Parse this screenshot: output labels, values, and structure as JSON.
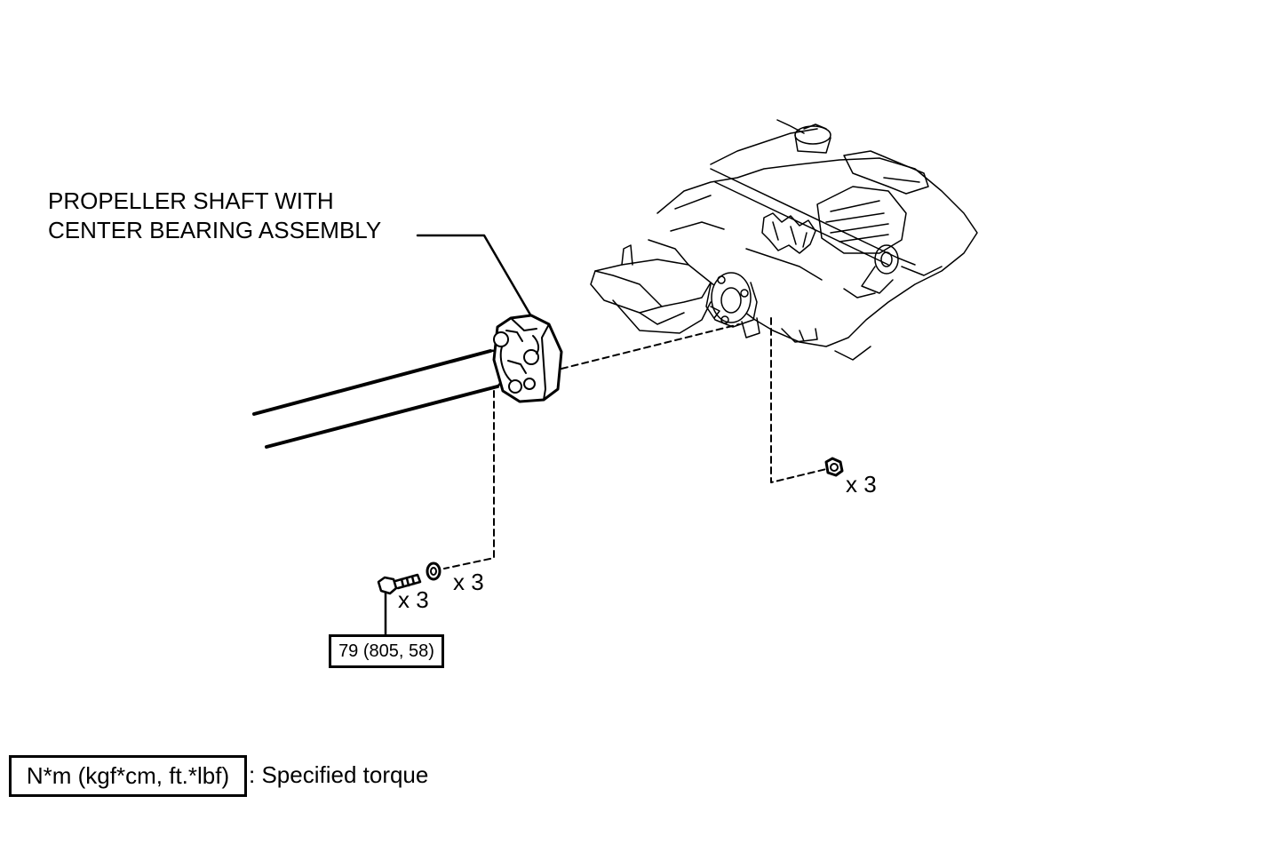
{
  "diagram": {
    "part_label_line1": "PROPELLER SHAFT WITH",
    "part_label_line2": "CENTER BEARING ASSEMBLY",
    "nut_qty": "x 3",
    "washer_qty": "x 3",
    "bolt_qty": "x 3",
    "bolt_torque": "79 (805, 58)",
    "legend_box": "N*m (kgf*cm, ft.*lbf)",
    "legend_text": ": Specified torque",
    "icons": [
      "propeller-shaft",
      "flange",
      "differential-assembly",
      "bolt",
      "washer",
      "nut"
    ]
  }
}
